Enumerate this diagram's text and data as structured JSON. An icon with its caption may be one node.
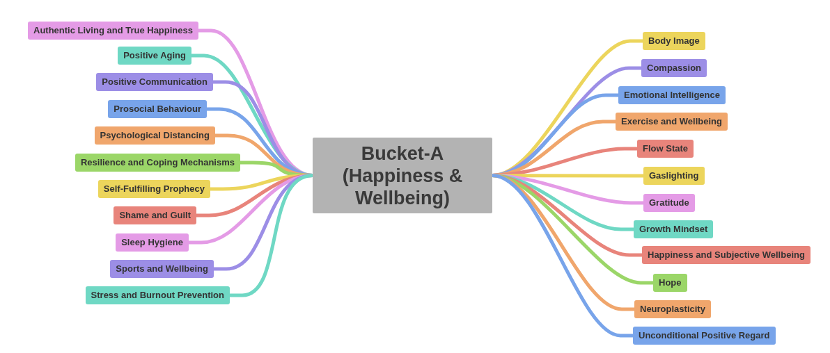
{
  "diagram": {
    "nodes": [
      {
        "text": [
          "Bucket-A (Happiness & Wellbeing)"
        ]
      },
      {
        "text": [
          "Authentic Living and True Happiness"
        ]
      },
      {
        "text": [
          "Positive Aging"
        ]
      },
      {
        "text": [
          "Positive Communication"
        ]
      },
      {
        "text": [
          "Prosocial Behaviour"
        ]
      },
      {
        "text": [
          "Psychological Distancing"
        ]
      },
      {
        "text": [
          "Resilience and Coping Mechanisms"
        ]
      },
      {
        "text": [
          "Self-Fulfilling Prophecy"
        ]
      },
      {
        "text": [
          "Shame and Guilt"
        ]
      },
      {
        "text": [
          "Sleep Hygiene"
        ]
      },
      {
        "text": [
          "Sports and Wellbeing"
        ]
      },
      {
        "text": [
          "Stress and Burnout Prevention"
        ]
      },
      {
        "text": [
          "Body Image"
        ]
      },
      {
        "text": [
          "Compassion"
        ]
      },
      {
        "text": [
          "Emotional Intelligence"
        ]
      },
      {
        "text": [
          "Exercise and Wellbeing"
        ]
      },
      {
        "text": [
          "Flow State"
        ]
      },
      {
        "text": [
          "Gaslighting"
        ]
      },
      {
        "text": [
          "Gratitude"
        ]
      },
      {
        "text": [
          "Growth Mindset"
        ]
      },
      {
        "text": [
          "Happiness and Subjective Wellbeing"
        ]
      },
      {
        "text": [
          "Hope"
        ]
      },
      {
        "text": [
          "Neuroplasticity"
        ]
      },
      {
        "text": [
          "Unconditional Positive Regard"
        ]
      }
    ],
    "edges": [
      {
        "from": 0,
        "to": 1,
        "arrow": "none",
        "color": "#e49be6"
      },
      {
        "from": 0,
        "to": 2,
        "arrow": "none",
        "color": "#6fd8c4"
      },
      {
        "from": 0,
        "to": 3,
        "arrow": "none",
        "color": "#9c8ee6"
      },
      {
        "from": 0,
        "to": 4,
        "arrow": "none",
        "color": "#78a4ea"
      },
      {
        "from": 0,
        "to": 5,
        "arrow": "none",
        "color": "#f0a66c"
      },
      {
        "from": 0,
        "to": 6,
        "arrow": "none",
        "color": "#9bd668"
      },
      {
        "from": 0,
        "to": 7,
        "arrow": "none",
        "color": "#ecd55c"
      },
      {
        "from": 0,
        "to": 8,
        "arrow": "none",
        "color": "#e8847b"
      },
      {
        "from": 0,
        "to": 9,
        "arrow": "none",
        "color": "#e49be6"
      },
      {
        "from": 0,
        "to": 10,
        "arrow": "none",
        "color": "#9c8ee6"
      },
      {
        "from": 0,
        "to": 11,
        "arrow": "none",
        "color": "#6fd8c4"
      },
      {
        "from": 0,
        "to": 12,
        "arrow": "none",
        "color": "#ecd55c"
      },
      {
        "from": 0,
        "to": 13,
        "arrow": "none",
        "color": "#9c8ee6"
      },
      {
        "from": 0,
        "to": 14,
        "arrow": "none",
        "color": "#78a4ea"
      },
      {
        "from": 0,
        "to": 15,
        "arrow": "none",
        "color": "#f0a66c"
      },
      {
        "from": 0,
        "to": 16,
        "arrow": "none",
        "color": "#e8847b"
      },
      {
        "from": 0,
        "to": 17,
        "arrow": "none",
        "color": "#ecd55c"
      },
      {
        "from": 0,
        "to": 18,
        "arrow": "none",
        "color": "#e49be6"
      },
      {
        "from": 0,
        "to": 19,
        "arrow": "none",
        "color": "#6fd8c4"
      },
      {
        "from": 0,
        "to": 20,
        "arrow": "none",
        "color": "#e8847b"
      },
      {
        "from": 0,
        "to": 21,
        "arrow": "none",
        "color": "#9bd668"
      },
      {
        "from": 0,
        "to": 22,
        "arrow": "none",
        "color": "#f0a66c"
      },
      {
        "from": 0,
        "to": 23,
        "arrow": "none",
        "color": "#78a4ea"
      }
    ]
  }
}
